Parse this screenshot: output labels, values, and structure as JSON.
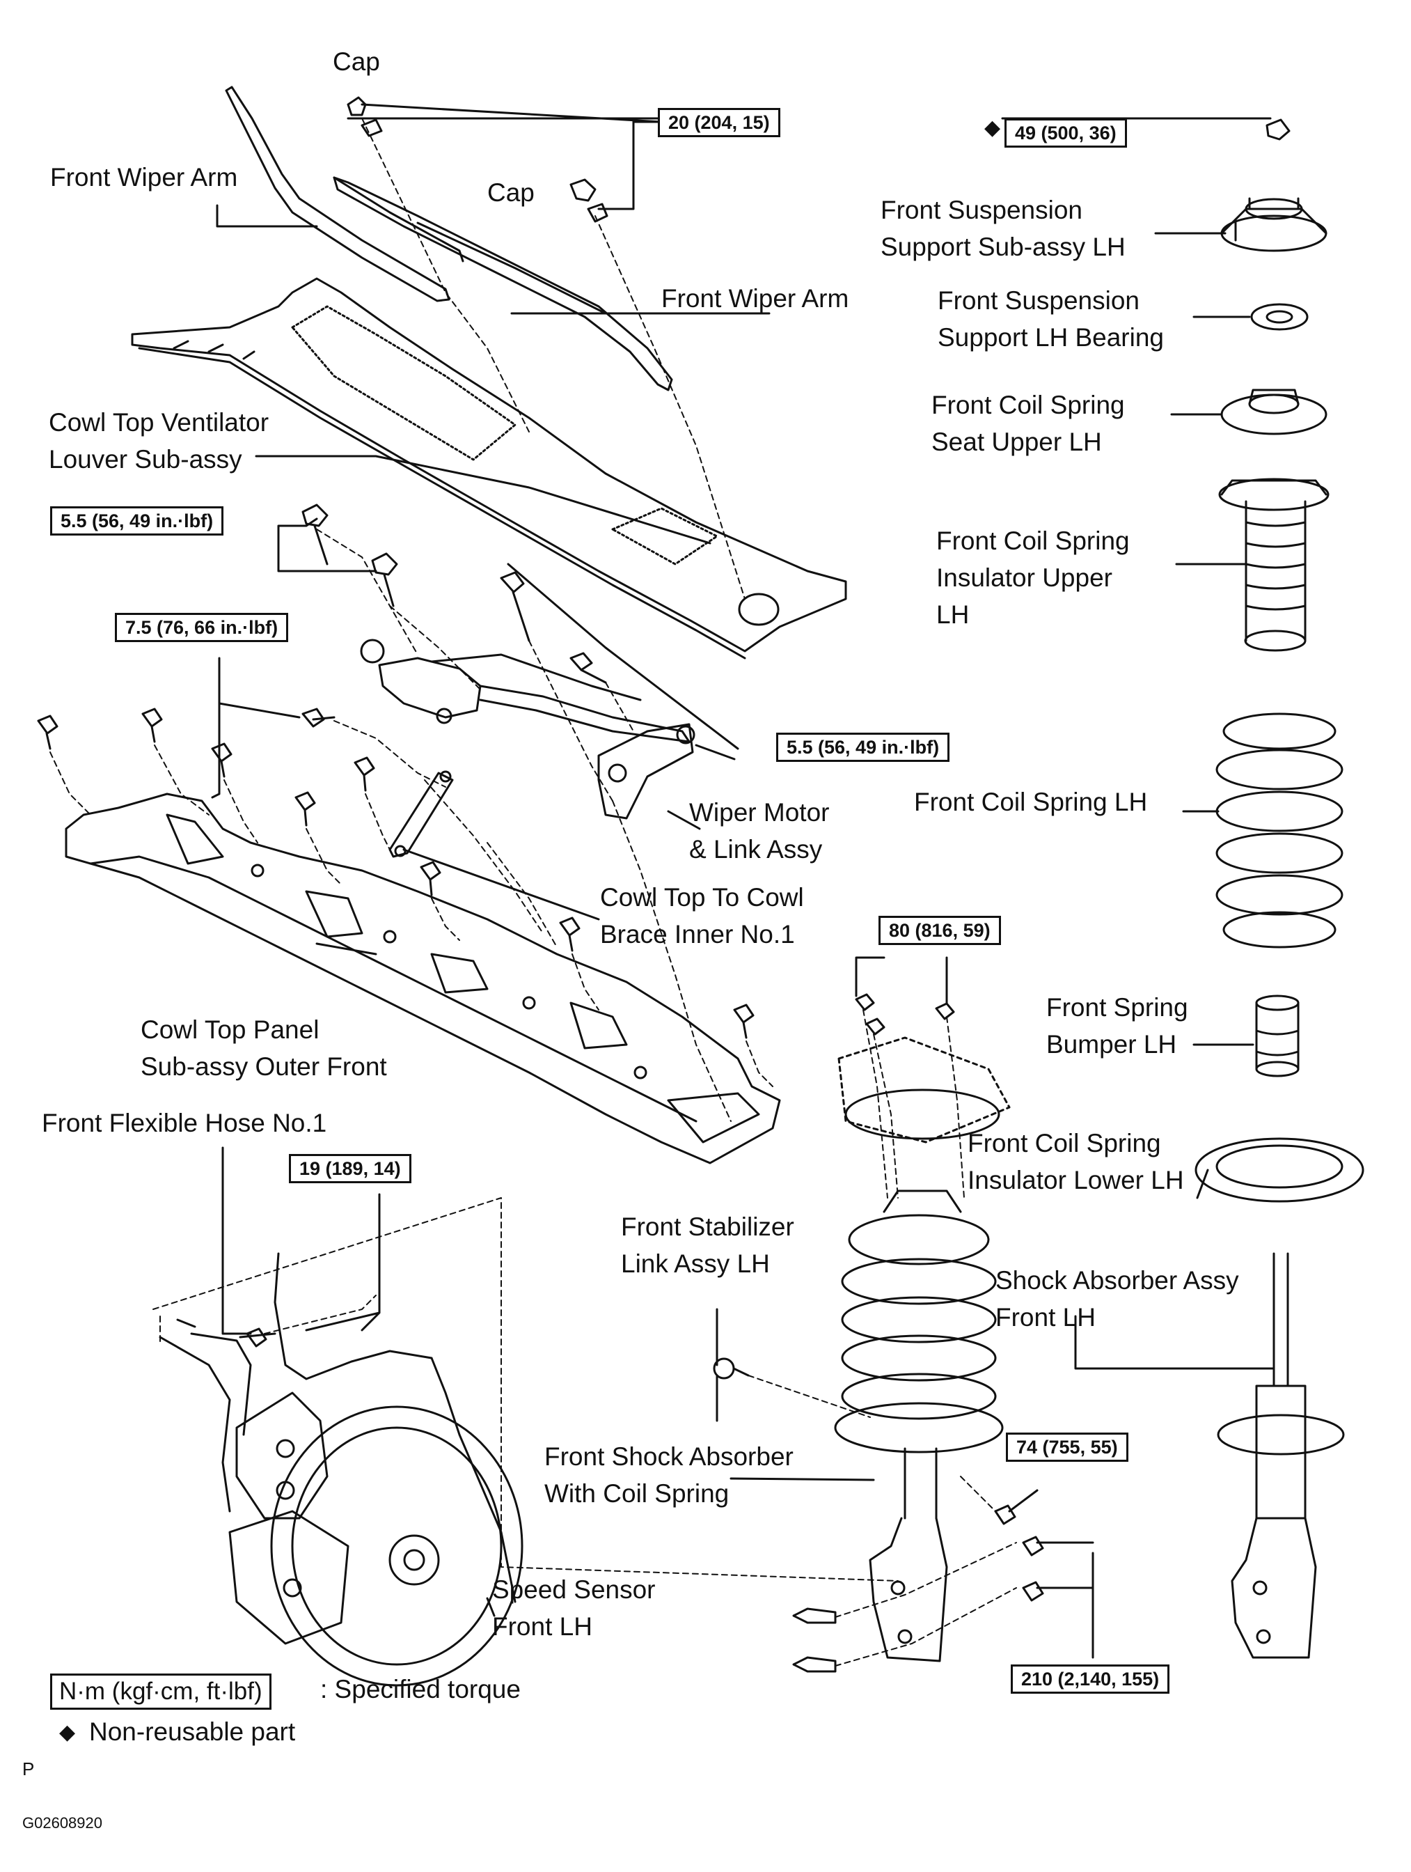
{
  "labels": {
    "cap_top": "Cap",
    "cap_mid": "Cap",
    "front_wiper_arm_left": "Front Wiper Arm",
    "front_wiper_arm_right": "Front Wiper Arm",
    "cowl_top_ventilator": [
      "Cowl Top Ventilator",
      "Louver Sub-assy"
    ],
    "wiper_motor": [
      "Wiper Motor",
      "& Link Assy"
    ],
    "cowl_brace": [
      "Cowl Top To Cowl",
      "Brace Inner No.1"
    ],
    "cowl_panel": [
      "Cowl Top Panel",
      "Sub-assy Outer Front"
    ],
    "flex_hose": "Front Flexible Hose No.1",
    "stabilizer_link": [
      "Front Stabilizer",
      "Link Assy LH"
    ],
    "shock_with_spring": [
      "Front Shock Absorber",
      "With Coil Spring"
    ],
    "speed_sensor": [
      "Speed Sensor",
      "Front LH"
    ],
    "susp_support": [
      "Front Suspension",
      "Support Sub-assy LH"
    ],
    "susp_bearing": [
      "Front Suspension",
      "Support LH Bearing"
    ],
    "spring_seat": [
      "Front Coil Spring",
      "Seat Upper LH"
    ],
    "insulator_upper": [
      "Front Coil Spring",
      "Insulator Upper",
      "LH"
    ],
    "coil_spring": "Front Coil Spring LH",
    "spring_bumper": [
      "Front Spring",
      "Bumper LH"
    ],
    "insulator_lower": [
      "Front Coil Spring",
      "Insulator Lower LH"
    ],
    "shock_absorber": [
      "Shock Absorber Assy",
      "Front LH"
    ]
  },
  "torques": {
    "t20": "20 (204, 15)",
    "t49": "49 (500, 36)",
    "t55a": "5.5 (56, 49 in.·lbf)",
    "t75": "7.5 (76, 66 in.·lbf)",
    "t55b": "5.5 (56, 49 in.·lbf)",
    "t80": "80 (816, 59)",
    "t19": "19 (189, 14)",
    "t74": "74 (755, 55)",
    "t210": "210 (2,140, 155)"
  },
  "legend": {
    "unit_box": "N·m (kgf·cm, ft·lbf)",
    "unit_desc": ": Specified torque",
    "nonreusable": "Non-reusable part",
    "diamond": "◆"
  },
  "footer": {
    "page_mark": "P",
    "figure_id": "G02608920"
  }
}
